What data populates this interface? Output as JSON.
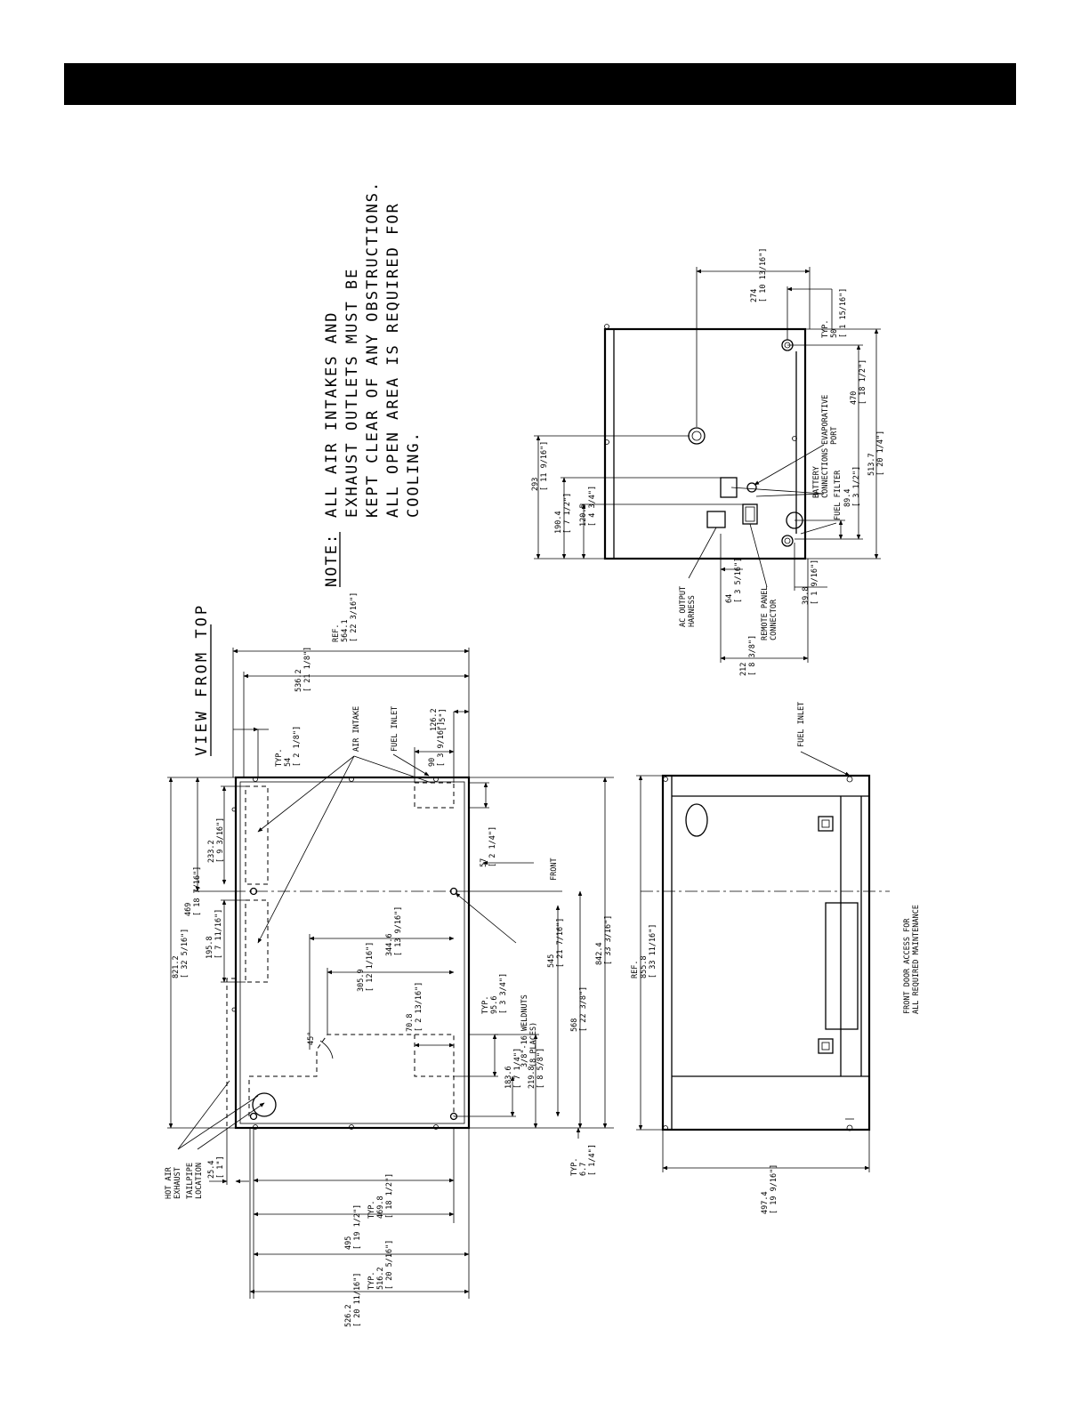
{
  "note": {
    "label": "NOTE:",
    "lines": [
      "ALL AIR INTAKES AND",
      "EXHAUST OUTLETS MUST BE",
      "KEPT CLEAR OF ANY OBSTRUCTIONS.",
      "ALL OPEN AREA IS REQUIRED FOR",
      "COOLING."
    ]
  },
  "top_view": {
    "title": "VIEW FROM TOP",
    "labels": {
      "air_intake": "AIR INTAKE",
      "fuel_inlet": "FUEL INLET",
      "front": "FRONT",
      "weldnuts_1": "3/8\"-16 WELDNUTS",
      "weldnuts_2": "(8 PLACES)",
      "hot_air_1": "HOT AIR",
      "hot_air_2": "EXHAUST",
      "tailpipe_1": "TAILPIPE",
      "tailpipe_2": "LOCATION",
      "angle": "45°"
    },
    "dims": {
      "ref_564": [
        "REF.",
        "564.1",
        "[ 22 3/16\"]"
      ],
      "d536": [
        "536.2",
        "[ 21 1/8\"]"
      ],
      "typ54": [
        "TYP.",
        "54",
        "[ 2 1/8\"]"
      ],
      "d126": [
        "126.2",
        "[ 5\"]"
      ],
      "d90": [
        "90",
        "[ 3 9/16\"]"
      ],
      "d57": [
        "57",
        "[ 2 1/4\"]"
      ],
      "d821": [
        "821.2",
        "[ 32 5/16\"]"
      ],
      "d469": [
        "469",
        "[ 18 7/16\"]"
      ],
      "d233": [
        "233.2",
        "[ 9 3/16\"]"
      ],
      "d195": [
        "195.8",
        "[ 7 11/16\"]"
      ],
      "d344": [
        "344.6",
        "[ 13 9/16\"]"
      ],
      "d305": [
        "305.9",
        "[ 12 1/16\"]"
      ],
      "d70": [
        "70.8",
        "[ 2 13/16\"]"
      ],
      "typ95": [
        "TYP.",
        "95.6",
        "[ 3 3/4\"]"
      ],
      "d183": [
        "183.6",
        "[ 7 1/4\"]"
      ],
      "d219": [
        "219.8",
        "[ 8 5/8\"]"
      ],
      "d545": [
        "545",
        "[ 21 7/16\"]"
      ],
      "d568": [
        "568",
        "[ 22 3/8\"]"
      ],
      "d842": [
        "842.4",
        "[ 33 3/16\"]"
      ],
      "typ6": [
        "TYP.",
        "6.7",
        "[ 1/4\"]"
      ],
      "d25": [
        "25.4",
        "[ 1\"]"
      ],
      "typ469": [
        "TYP.",
        "469.8",
        "[ 18 1/2\"]"
      ],
      "d495": [
        "495",
        "[ 19 1/2\"]"
      ],
      "typ516": [
        "TYP.",
        "516.2",
        "[ 20 5/16\"]"
      ],
      "d526": [
        "526.2",
        "[ 20 11/16\"]"
      ]
    }
  },
  "side_view": {
    "labels": {
      "evap_1": "EVAPORATIVE",
      "evap_2": "PORT",
      "batt_1": "BATTERY",
      "batt_2": "CONNECTIONS",
      "fuel_filter": "FUEL FILTER",
      "ac_1": "AC OUTPUT",
      "ac_2": "HARNESS",
      "remote_1": "REMOTE PANEL",
      "remote_2": "CONNECTOR"
    },
    "dims": {
      "d274": [
        "274",
        "[ 10 13/16\"]"
      ],
      "typ50": [
        "TYP.",
        "50",
        "[ 1 15/16\"]"
      ],
      "d470": [
        "470",
        "[ 18 1/2\"]"
      ],
      "d513": [
        "513.7",
        "[ 20 1/4\"]"
      ],
      "d293": [
        "293",
        "[ 11 9/16\"]"
      ],
      "d190": [
        "190.4",
        "[ 7 1/2\"]"
      ],
      "d120": [
        "120.5",
        "[ 4 3/4\"]"
      ],
      "d89": [
        "89.4",
        "[ 3 1/2\"]"
      ],
      "d64": [
        "64",
        "[ 3 5/16\"]"
      ],
      "d39": [
        "39.8",
        "[ 1 9/16\"]"
      ],
      "d212": [
        "212",
        "[ 8 3/8\"]"
      ]
    }
  },
  "front_view": {
    "labels": {
      "fuel_inlet": "FUEL INLET",
      "access_1": "FRONT DOOR ACCESS FOR",
      "access_2": "ALL REQUIRED MAINTENANCE"
    },
    "dims": {
      "ref855": [
        "REF.",
        "855.8",
        "[ 33 11/16\"]"
      ],
      "d497": [
        "497.4",
        "[ 19 9/16\"]"
      ]
    }
  }
}
